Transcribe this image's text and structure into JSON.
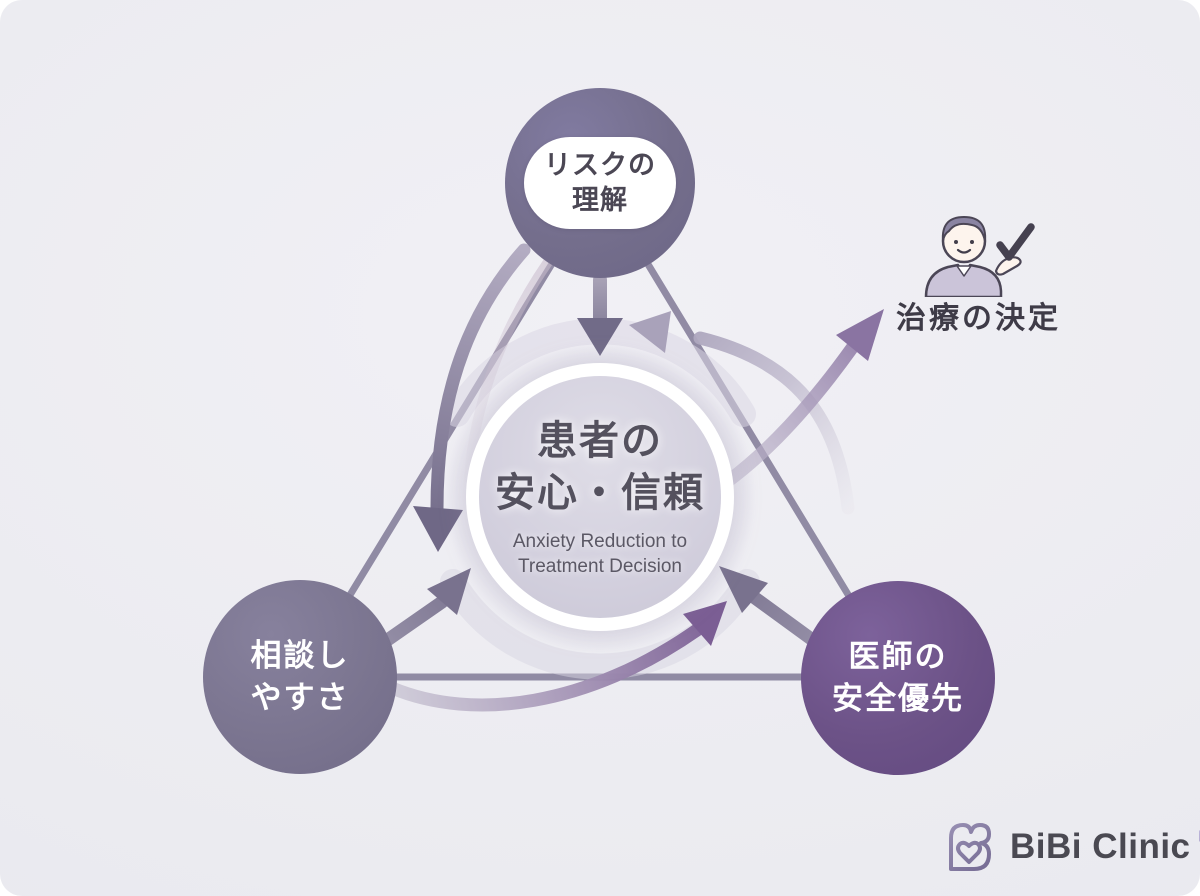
{
  "page": {
    "background": "#FFFFFF",
    "card_background": "#EBEBF0"
  },
  "nodes": {
    "top": {
      "line1": "リスクの",
      "line2": "理解",
      "color": "#746E8C",
      "text_color": "#4B4754"
    },
    "bottom_left": {
      "line1": "相談し",
      "line2": "やすさ",
      "color": "#7B7590",
      "text_color": "#FFFFFF"
    },
    "bottom_right": {
      "line1": "医師の",
      "line2": "安全優先",
      "color": "#6C5287",
      "text_color": "#FFFFFF"
    }
  },
  "center": {
    "title_line1": "患者の",
    "title_line2": "安心・信頼",
    "subtitle_line1": "Anxiety Reduction to",
    "subtitle_line2": "Treatment Decision",
    "fill": "#D3D0DE",
    "text_color": "#54515E"
  },
  "outcome": {
    "label": "治療の決定",
    "icon": "person-check-icon",
    "text_color": "#3E3B47"
  },
  "logo": {
    "text": "BiBi Clinic",
    "icon": "double-heart-monogram-icon",
    "badge_icon": "medical-plus-icon",
    "accent": "#857BA0"
  },
  "diagram": {
    "triangle_color": "#8C86A0",
    "arrow_colors": {
      "dark": "#6F6886",
      "purple": "#8A74A2",
      "violet": "#7B5E94",
      "gray": "#79728E",
      "light": "#A9A2BA"
    }
  }
}
